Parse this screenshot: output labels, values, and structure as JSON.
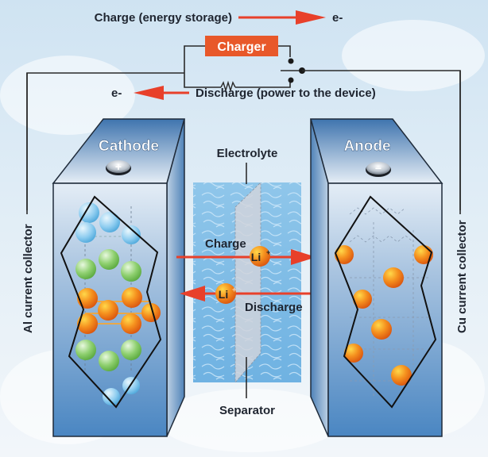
{
  "circuit": {
    "charge_label": "Charge (energy storage)",
    "charge_electron": "e-",
    "charger_label": "Charger",
    "discharge_label": "Discharge (power to the device)",
    "discharge_electron": "e-"
  },
  "cathode": {
    "title": "Cathode",
    "terminal_symbol": "+",
    "collector_label": "Al current collector"
  },
  "anode": {
    "title": "Anode",
    "terminal_symbol": "−",
    "collector_label": "Cu current collector"
  },
  "electrolyte": {
    "label": "Electrolyte",
    "separator_label": "Separator",
    "charge_label": "Charge",
    "discharge_label": "Discharge",
    "ion_charge": "Li",
    "ion_charge_sup": "+",
    "ion_discharge": "Li",
    "ion_discharge_sup": "+"
  },
  "colors": {
    "arrow_red": "#e8402a",
    "charger_orange": "#e8582a",
    "box_blue": "#4f86be",
    "ion_orange": "#f07a1a",
    "cathode_blue_atom": "#7fc4ea",
    "cathode_green_atom": "#7cc462"
  }
}
